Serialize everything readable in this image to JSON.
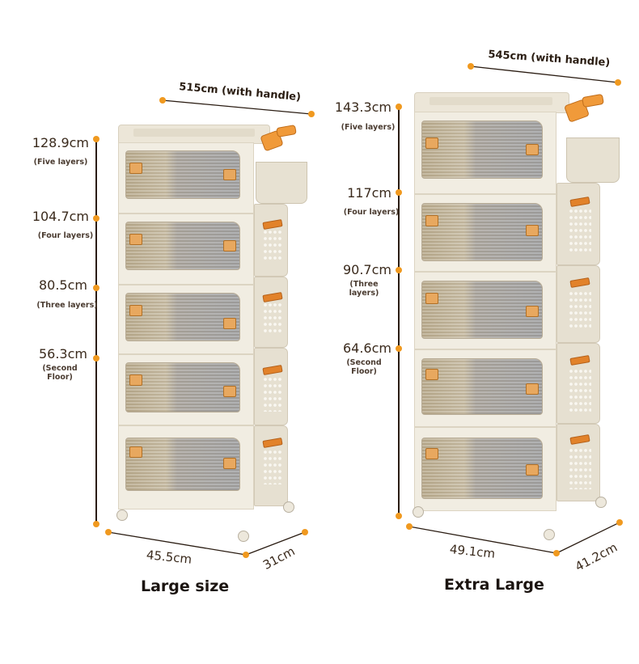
{
  "products": [
    {
      "name": "Large size",
      "top_width_label": "515cm (with handle)",
      "bottom_width_label": "45.5cm",
      "depth_label": "31cm",
      "height_markers": [
        {
          "value": "128.9cm",
          "note": "(Five layers)"
        },
        {
          "value": "104.7cm",
          "note": "(Four layers)"
        },
        {
          "value": "80.5cm",
          "note": "(Three layers)"
        },
        {
          "value": "56.3cm",
          "note": "(Second Floor)"
        }
      ],
      "layers": 5
    },
    {
      "name": "Extra Large",
      "top_width_label": "545cm (with handle)",
      "bottom_width_label": "49.1cm",
      "depth_label": "41.2cm",
      "height_markers": [
        {
          "value": "143.3cm",
          "note": "(Five layers)"
        },
        {
          "value": "117cm",
          "note": "(Four layers)"
        },
        {
          "value": "90.7cm",
          "note": "(Three layers)"
        },
        {
          "value": "64.6cm",
          "note": "(Second Floor)"
        }
      ],
      "layers": 5
    }
  ],
  "colors": {
    "accent_dot": "#f0991f",
    "handle_orange": "#e2822a",
    "cabinet_body": "#f1ede2",
    "dimension_line": "#2a1c12"
  }
}
